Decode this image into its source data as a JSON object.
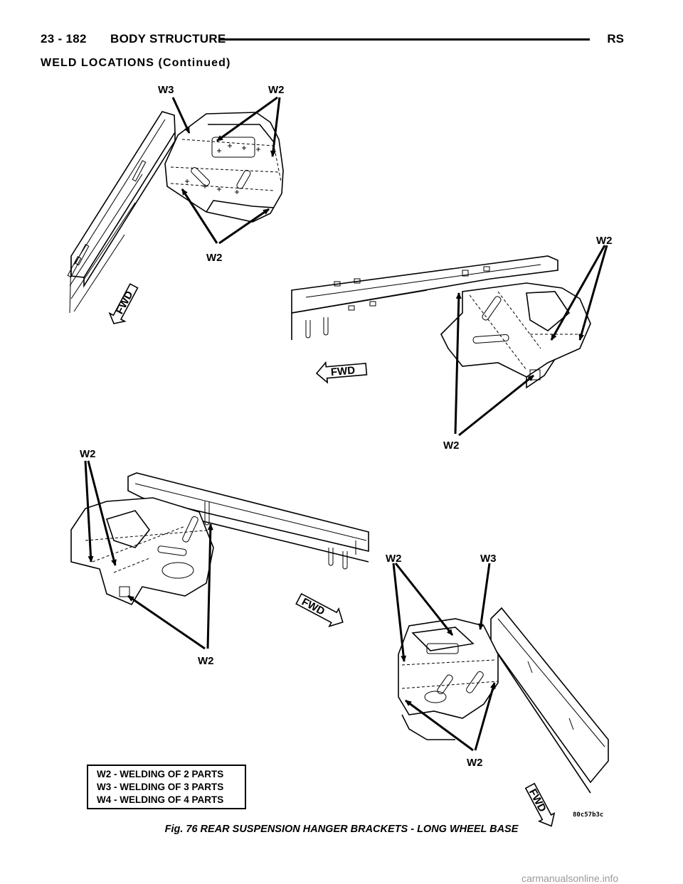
{
  "header": {
    "page_number": "23 - 182",
    "section_title": "BODY STRUCTURE",
    "model_code": "RS"
  },
  "section_heading": "WELD LOCATIONS (Continued)",
  "figure": {
    "callouts": {
      "w3_top": "W3",
      "w2_top": "W2",
      "w2_top_bottom": "W2",
      "w2_right": "W2",
      "w2_right_bottom": "W2",
      "w2_left_lower": "W2",
      "w2_left_lower_bottom": "W2",
      "w2_bottom_right": "W2",
      "w3_bottom_right": "W3",
      "w2_bottom_right_bottom": "W2"
    },
    "fwd_label": "FWD",
    "legend": [
      "W2 - WELDING OF 2 PARTS",
      "W3 - WELDING OF 3 PARTS",
      "W4 - WELDING OF 4 PARTS"
    ],
    "image_code": "80c57b3c",
    "caption": "Fig. 76 REAR SUSPENSION HANGER BRACKETS - LONG WHEEL BASE"
  },
  "watermark": "carmanualsonline.info"
}
